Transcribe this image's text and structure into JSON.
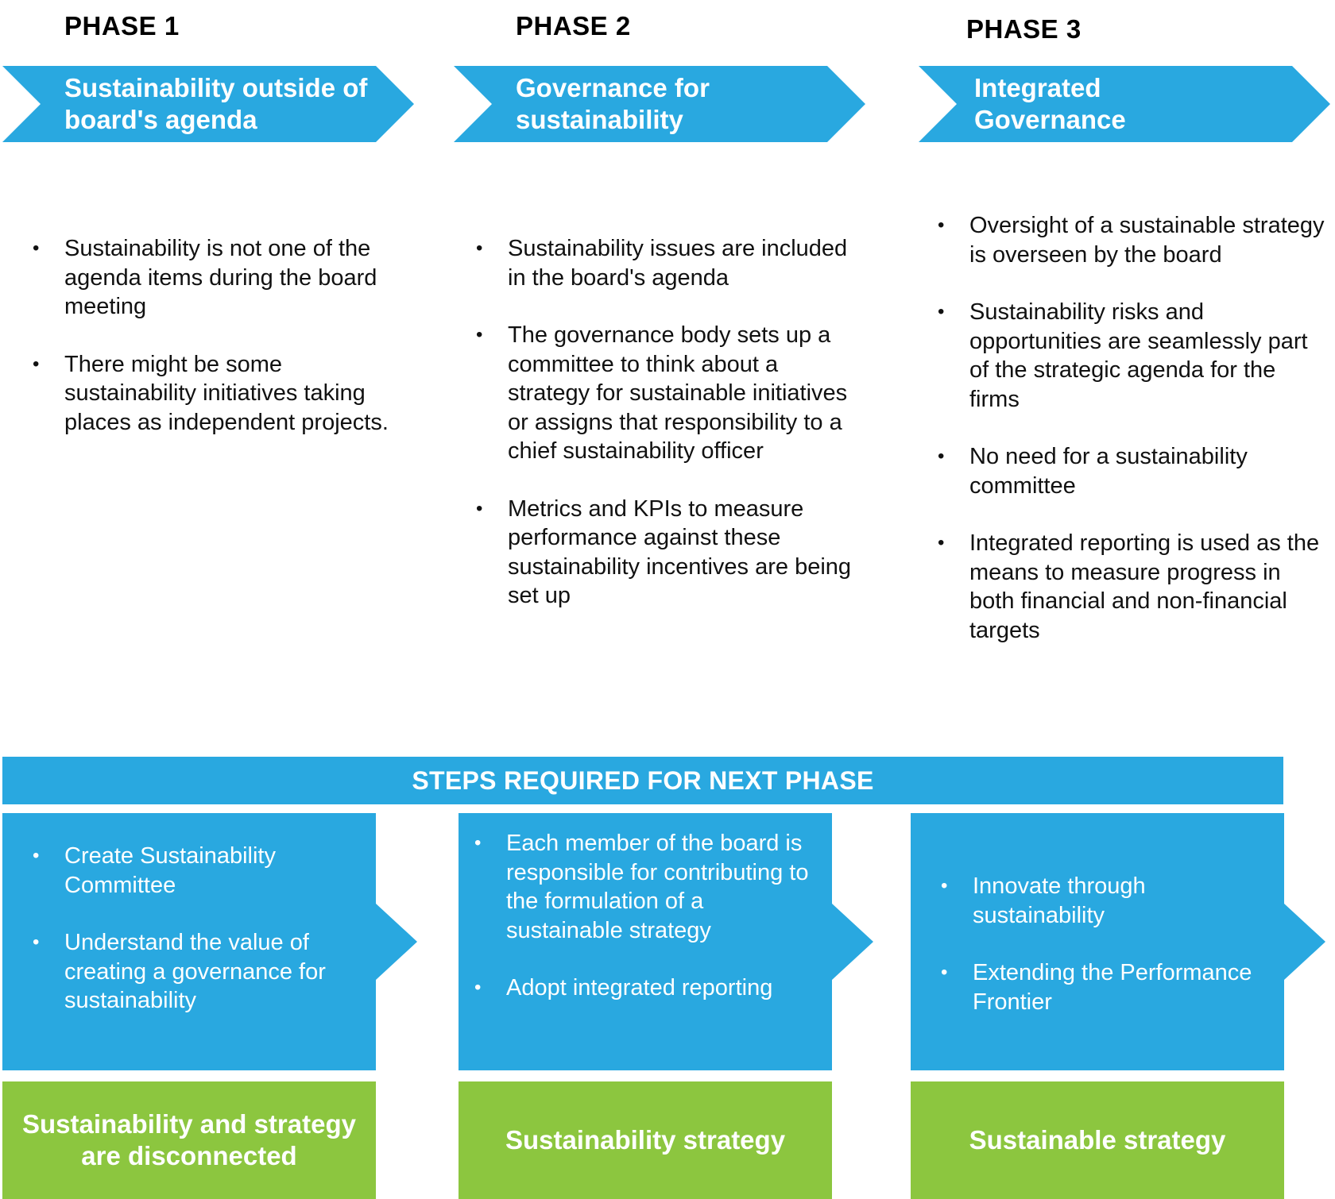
{
  "phases": [
    {
      "label": "PHASE 1",
      "title": "Sustainability outside of board's agenda",
      "points": [
        "Sustainability is not one of the agenda items during the board meeting",
        "There might be some sustainability initiatives taking places as independent projects."
      ]
    },
    {
      "label": "PHASE 2",
      "title": "Governance for sustainability",
      "points": [
        "Sustainability issues are included in the board's agenda",
        "The governance body sets up a committee to think about a strategy for sustainable initiatives or assigns that responsibility to a chief sustainability officer",
        "Metrics and KPIs to measure performance against these sustainability incentives are being set up"
      ]
    },
    {
      "label": "PHASE 3",
      "title": "Integrated Governance",
      "points": [
        "Oversight of a sustainable strategy is overseen by the board",
        "Sustainability risks and opportunities are seamlessly part of the strategic agenda for the firms",
        "No need for a sustainability committee",
        "Integrated reporting is used as the means to measure progress in both financial and non-financial targets"
      ]
    }
  ],
  "steps": {
    "header": "STEPS REQUIRED FOR NEXT PHASE",
    "columns": [
      {
        "points": [
          "Create Sustainability Committee",
          "Understand the value of creating a governance for sustainability"
        ],
        "outcome": "Sustainability and strategy are disconnected"
      },
      {
        "points": [
          "Each member of the board is responsible for contributing to the formulation of a sustainable strategy",
          "Adopt integrated reporting"
        ],
        "outcome": "Sustainability strategy"
      },
      {
        "points": [
          "Innovate through sustainability",
          "Extending the Performance Frontier"
        ],
        "outcome": "Sustainable strategy"
      }
    ]
  },
  "colors": {
    "blue": "#29a8e0",
    "green": "#8cc63f",
    "text": "#111111",
    "white": "#ffffff"
  }
}
